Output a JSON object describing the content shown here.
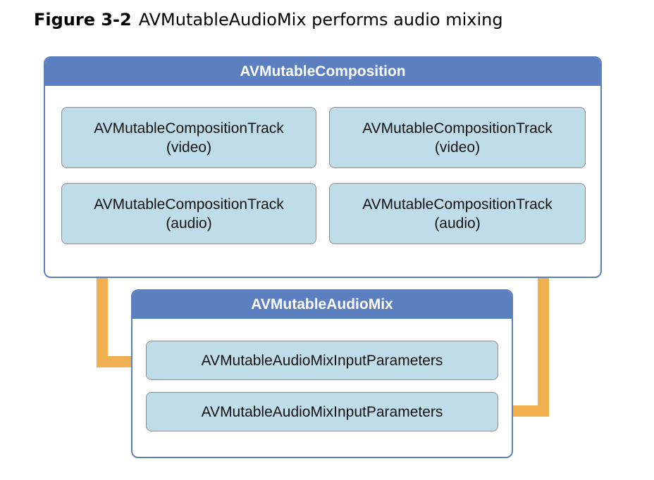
{
  "figure": {
    "label": "Figure 3-2",
    "caption": "AVMutableAudioMix performs audio mixing"
  },
  "composition": {
    "title": "AVMutableComposition",
    "tracks": [
      {
        "name": "AVMutableCompositionTrack",
        "kind": "(video)"
      },
      {
        "name": "AVMutableCompositionTrack",
        "kind": "(video)"
      },
      {
        "name": "AVMutableCompositionTrack",
        "kind": "(audio)"
      },
      {
        "name": "AVMutableCompositionTrack",
        "kind": "(audio)"
      }
    ]
  },
  "audio_mix": {
    "title": "AVMutableAudioMix",
    "parameters": [
      {
        "name": "AVMutableAudioMixInputParameters"
      },
      {
        "name": "AVMutableAudioMixInputParameters"
      }
    ]
  },
  "colors": {
    "header_blue": "#5c80bf",
    "box_fill": "#bfdde9",
    "arrow_orange": "#f0b04f"
  }
}
